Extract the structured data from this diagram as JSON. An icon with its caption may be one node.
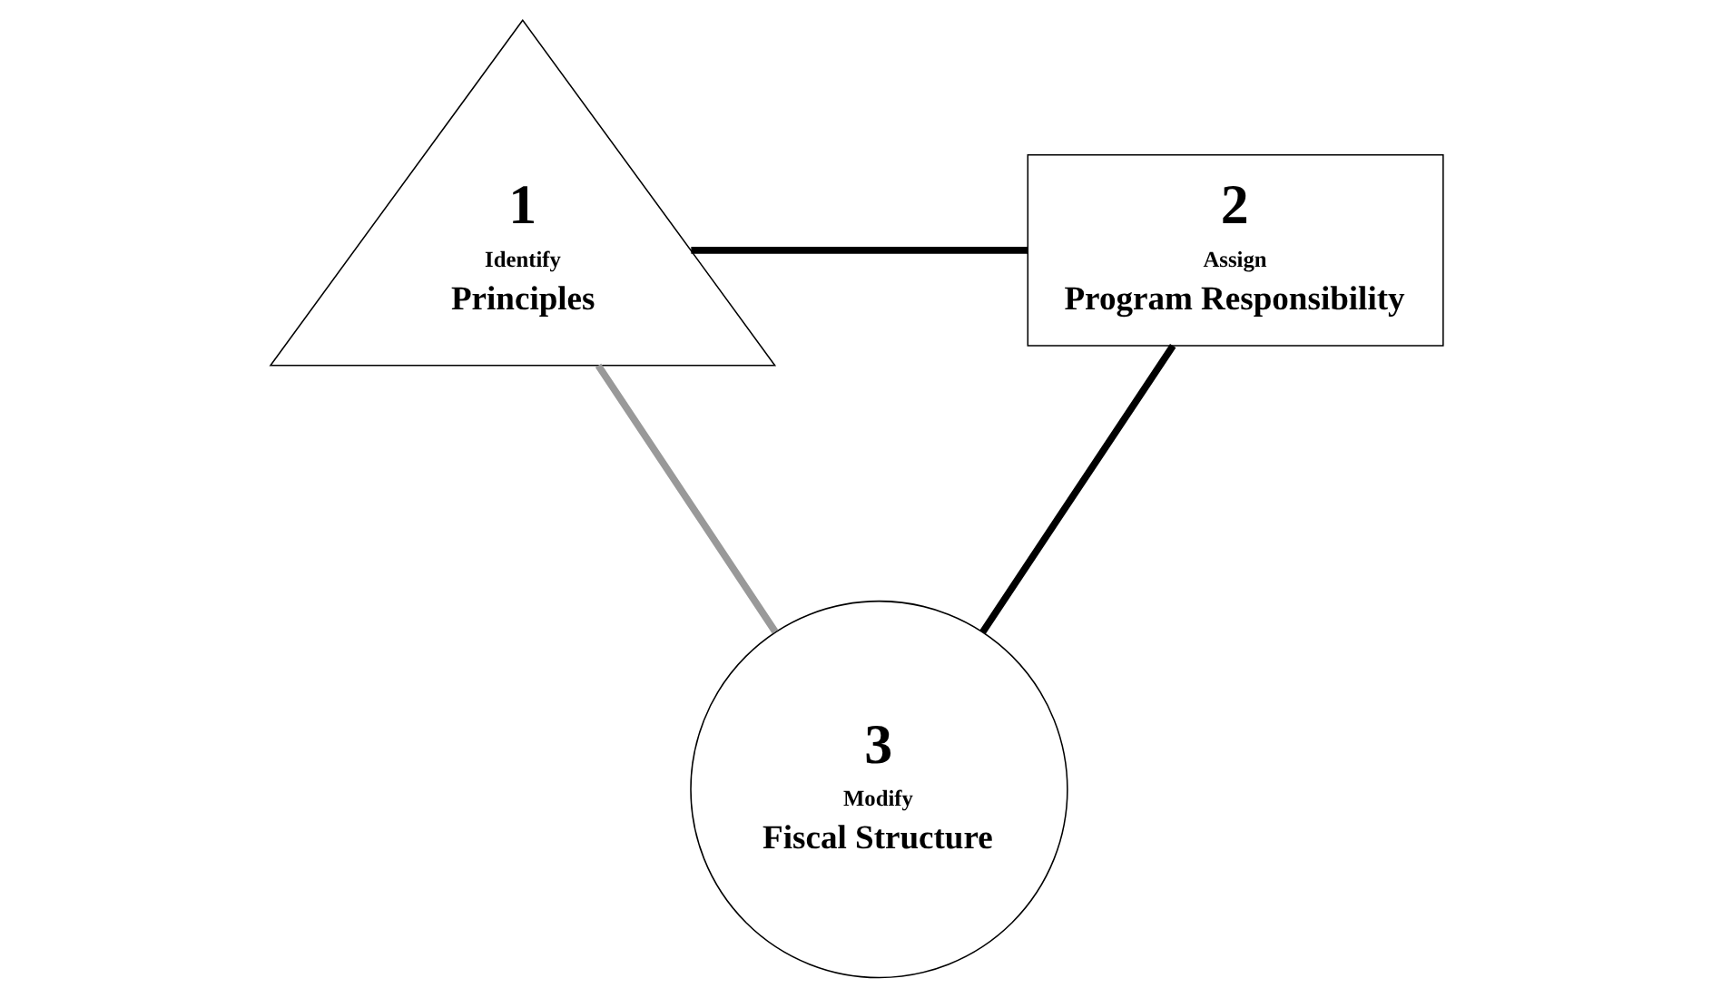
{
  "diagram": {
    "nodes": [
      {
        "text": [
          "1",
          "Identify",
          "Principles"
        ]
      },
      {
        "text": [
          "2",
          "Assign",
          "Program Responsibility"
        ]
      },
      {
        "text": [
          "3",
          "Modify",
          "Fiscal Structure"
        ]
      }
    ],
    "edges": [
      {
        "from": 0,
        "to": 1,
        "arrow": "none"
      },
      {
        "from": 1,
        "to": 2,
        "arrow": "none"
      },
      {
        "from": 0,
        "to": 2,
        "arrow": "none",
        "color": "#999999"
      }
    ]
  }
}
